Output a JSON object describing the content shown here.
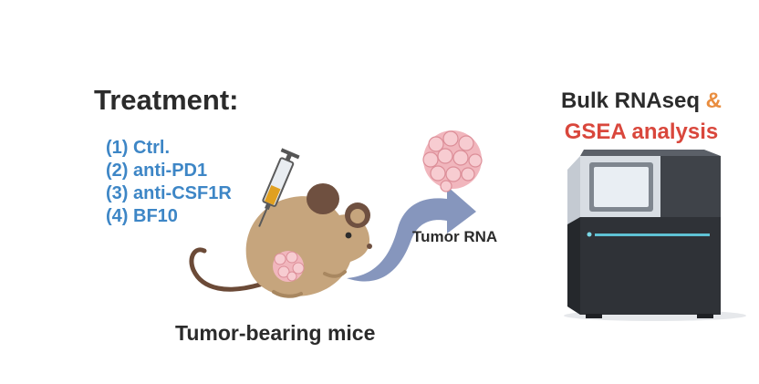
{
  "treatment": {
    "title": "Treatment:",
    "items": [
      "(1) Ctrl.",
      "(2) anti-PD1",
      "(3) anti-CSF1R",
      "(4) BF10"
    ]
  },
  "mice_label": "Tumor-bearing mice",
  "rna_label": "Tumor RNA",
  "analysis": {
    "line1_a": "Bulk RNAseq",
    "line1_b": "&",
    "line2": "GSEA analysis"
  },
  "colors": {
    "title_text": "#2b2b2b",
    "treatment_items": "#3d86c6",
    "accent_orange": "#e98d3f",
    "accent_red": "#d9473c",
    "mouse_body": "#c6a57d",
    "tumor_pink": "#f1b6bd",
    "arrow_blue": "#8696bd",
    "sequencer_dark": "#3a3d42",
    "sequencer_light": "#d8dde3"
  },
  "icons": {
    "mouse": "mouse-icon",
    "syringe": "syringe-icon",
    "tumor": "tumor-icon",
    "arrow": "curved-arrow-icon",
    "sequencer": "sequencer-icon"
  }
}
